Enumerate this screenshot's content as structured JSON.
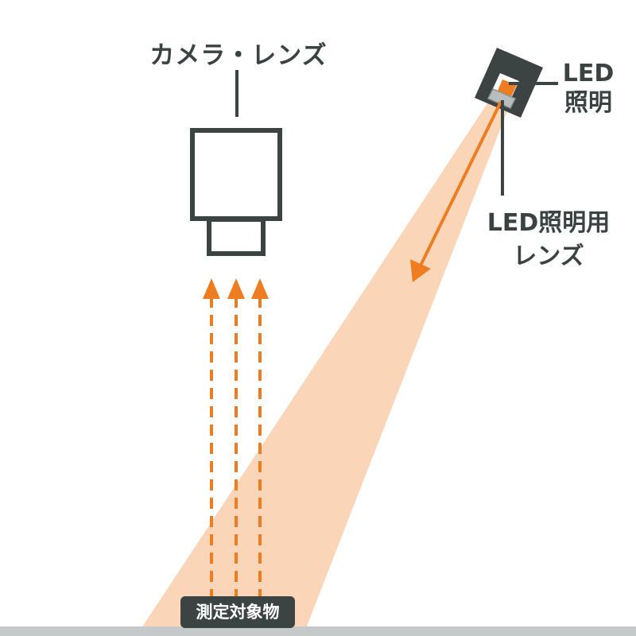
{
  "labels": {
    "camera_lens": "カメラ・レンズ",
    "led_light_line1": "LED",
    "led_light_line2": "照明",
    "led_lens_line1": "LED照明用",
    "led_lens_line2": "レンズ",
    "target_object": "測定対象物"
  },
  "colors": {
    "outline": "#3b4343",
    "orange": "#ee7d22",
    "light_beam": "#fad5b8",
    "floor": "#c6c9c9"
  }
}
